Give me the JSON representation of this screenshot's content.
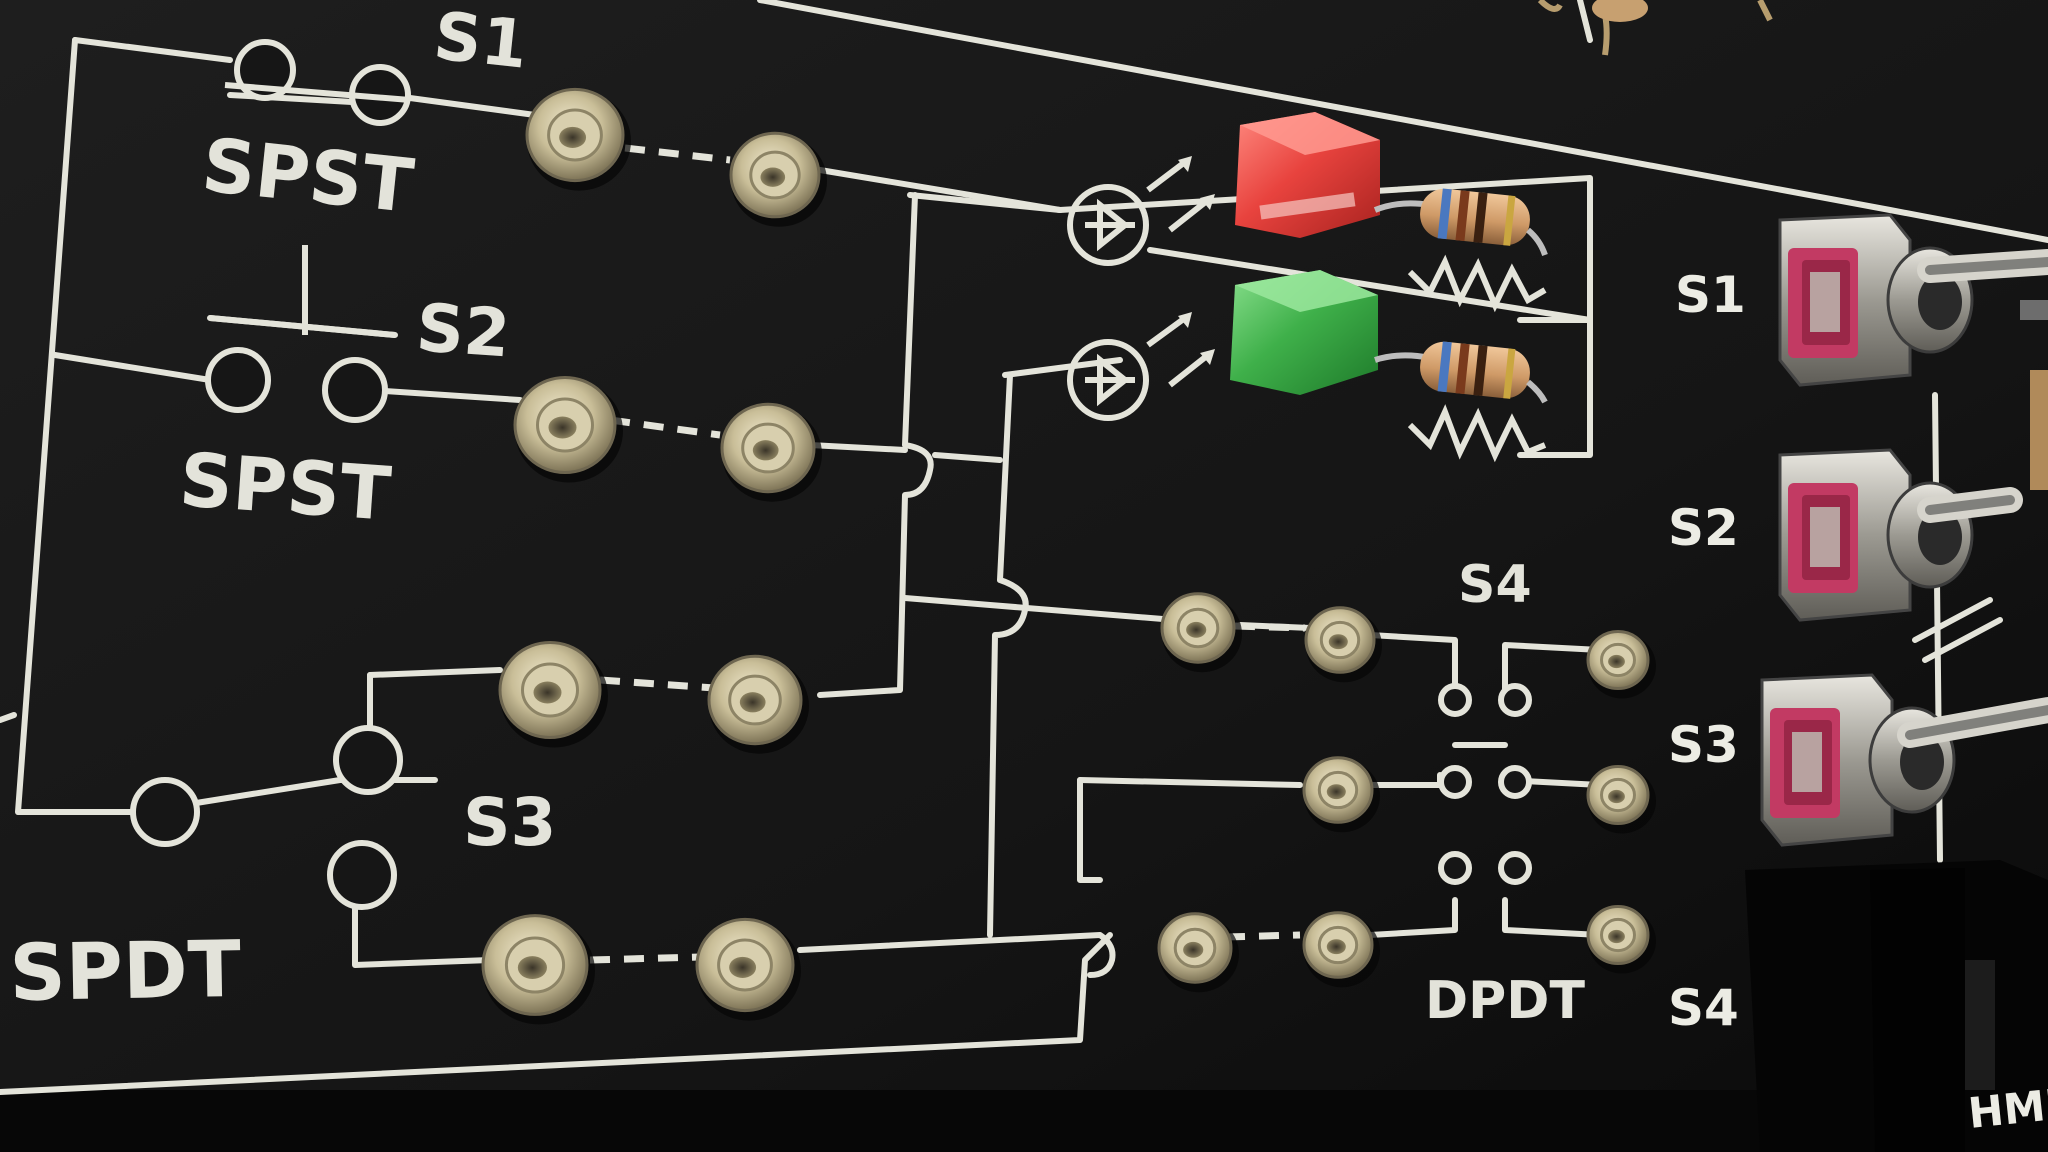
{
  "labels": {
    "s1": "S1",
    "s2": "S2",
    "s3": "S3",
    "s4": "S4",
    "spst_1": "SPST",
    "spst_2": "SPST",
    "spdt": "SPDT",
    "dpdt": "DPDT",
    "side_s1": "S1",
    "side_s2": "S2",
    "side_s3": "S3",
    "side_s4": "S4",
    "corner_text": "HM'S"
  },
  "colors": {
    "board": "#161616",
    "trace": "#e6e6dc",
    "led_red": "#e8433e",
    "led_green": "#3fb04a",
    "terminal": "#b8ae8a",
    "resistor_body": "#d3a070"
  },
  "icons": {
    "led_symbol": "led-diode-icon",
    "resistor_symbol": "resistor-zigzag-icon",
    "toggle_switch": "toggle-switch-icon"
  }
}
